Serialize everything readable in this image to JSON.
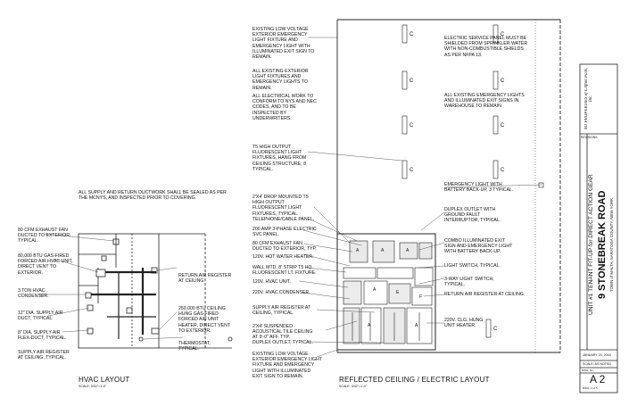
{
  "hvac": {
    "header_note": "ALL SUPPLY AND RETURN DUCTWORK SHALL BE SEALED AS PER THE MCNYS, AND INSPECTED PRIOR TO COVERING.",
    "left_notes": [
      "80 CFM EXHAUST FAN DUCTED TO EXTERIOR, TYPICAL.",
      "80,000 BTU GAS-FIRED FORCED AIR HVAC UNIT, DIRECT VENT TO EXTERIOR.",
      "3 TON HVAC CONDENSER.",
      "12\" DIA. SUPPLY AIR DUCT, TYPICAL.",
      "8\" DIA. SUPPLY AIR FLEX-DUCT, TYPICAL.",
      "SUPPLY AIR REGISTER AT CEILING, TYPICAL."
    ],
    "right_notes": [
      "RETURN AIR REGISTER AT CEILING.",
      "250,000 BTU CEILING HUNG GAS-FIRED FORCED AIR UNIT HEATER, DIRECT VENT TO EXTERIOR.",
      "THERMOSTAT, TYPICAL."
    ],
    "title": "HVAC LAYOUT",
    "scale": "SCALE: 3/32\"=1'-0\""
  },
  "electric": {
    "top_left_notes": [
      "EXISTING LOW VOLTAGE EXTERIOR EMERGENCY LIGHT FIXTURE and EMERGENCY LIGHT with ILLUMINATED EXIT SIGN TO REMAIN.",
      "ALL EXISTING EXTERIOR LIGHT FIXTURES AND EMERGENCY LIGHTS TO REMAIN.",
      "ALL ELECTRICAL WORK TO CONFORM TO NYS and NEC CODES, and TO BE INSPECTED BY UNDERWRITERS.",
      "T5 HIGH OUTPUT FLUORESCENT LIGHT FIXTURES, HANG FROM CEILING STRUCTURE, 8 TYPICAL."
    ],
    "left_notes": [
      "2'x4' DROP MOUNTED T5 HIGH OUTPUT FLUORESCENT LIGHT FIXTURES, TYPICAL.",
      "TELEPHONE/CABLE PANEL.",
      "200 AMP 3-PHASE ELECTRIC SVC PANEL.",
      "80 CFM EXHAUST FAN DUCTED TO EXTERIOR, TYP.",
      "120V. HOT WATER HEATER.",
      "WALL MTD. 8' STRIP T5 HO FLUORESCENT LT. FIXTURE.",
      "120V. HVAC UNIT.",
      "220V. HVAC CONDENSER.",
      "SUPPLY AIR REGISTER at CEILING, TYPICAL.",
      "2'x4' SUSPENDED ACOUSTICAL TILE CEILING at 9'-0\" AFF, TYP.",
      "DUPLEX OUTLET, TYPICAL.",
      "EXISTING LOW VOLTAGE EXTERIOR EMERGENCY LIGHT FIXTURE and EMERGENCY LIGHT with ILLUMINATED EXIT SIGN TO REMAIN."
    ],
    "right_notes": [
      "ELECTRIC SERVICE PANEL MUST BE SHIELDED FROM SPRINKLER WATER WITH NON-COMBUSTIBLE SHIELDS AS PER NFPA 13.",
      "ALL EXISTING EMERGENCY LIGHTS and ILLUMINATED EXIT SIGNS IN WAREHOUSE TO REMAIN.",
      "EMERGENCY LIGHT with BATTERY BACK-UP, 3 TYPICAL.",
      "DUPLEX OUTLET with GROUND FAULT INTERRUPTOR, TYPICAL.",
      "COMBO ILLUMINATED EXIT SIGN and EMERGENCY LIGHT with BATTERY BACK-UP.",
      "LIGHT SWITCH, TYPICAL.",
      "3-WAY LIGHT SWITCH, TYPICAL.",
      "RETURN AIR REGISTER at CEILING.",
      "220V. CLG. HUNG UNIT HEATER."
    ],
    "title": "REFLECTED CEILING / ELECTRIC LAYOUT",
    "scale": "SCALE: 3/32\"=1'-0\""
  },
  "title_block": {
    "firm_name": "MJ PROPERTIES of Clifton Park, Inc.",
    "revisions": "REVISIONS",
    "project_title": "UNIT #1 TENANT FIT-UP for DIRECT ACTION GEAR",
    "address": "9 STONEBREAK ROAD",
    "town": "TOWN of MALTA, SARATOGA COUNTY, NEW YORK",
    "date": "JANUARY 23, 2018",
    "scale": "SCALE: AS NOTED",
    "dwg_label": "DWG. No.",
    "sheet": "A 2",
    "sheet_of": "DWG. 2 of 5"
  },
  "marks": {
    "c": "C",
    "a": "A",
    "f": "F",
    "e": "E"
  }
}
